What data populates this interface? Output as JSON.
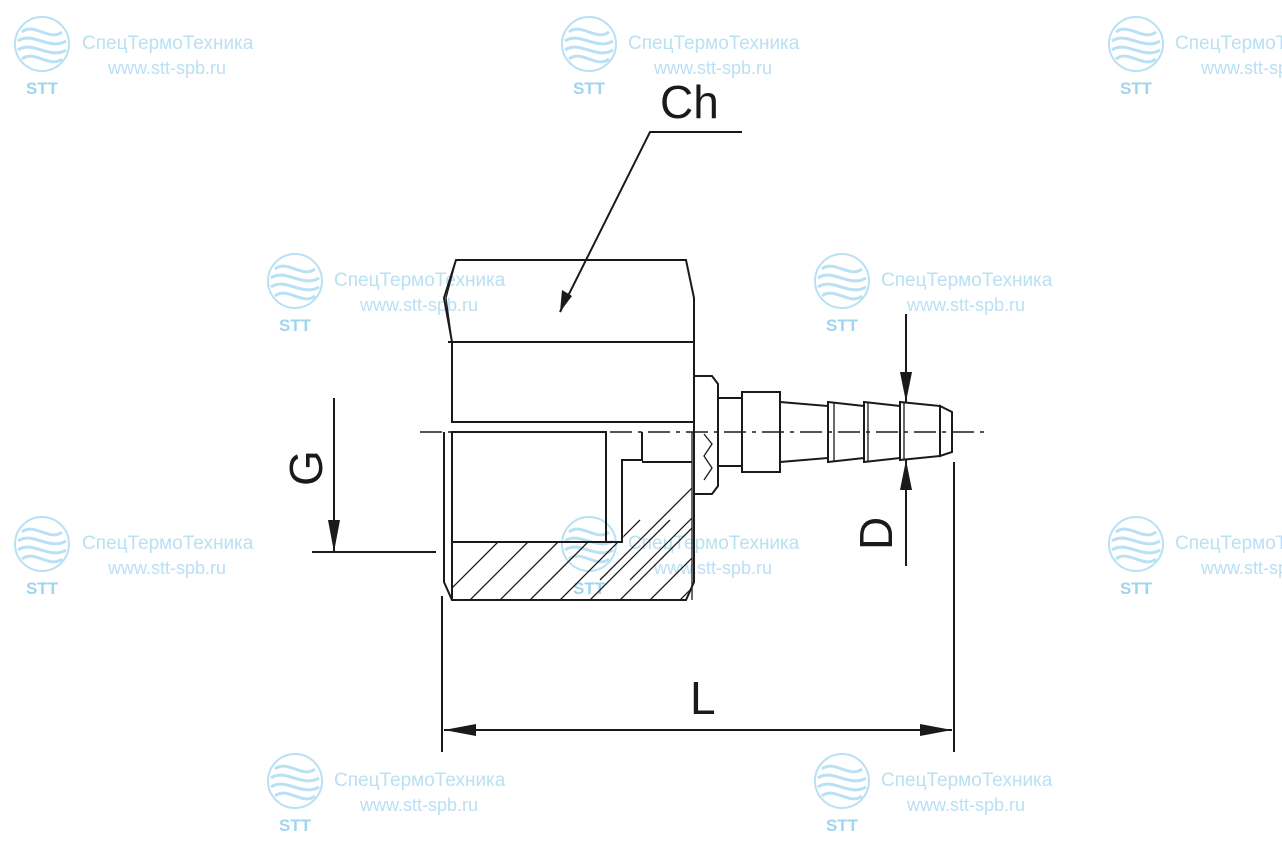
{
  "watermark": {
    "company": "СпецТермоТехника",
    "url": "www.stt-spb.ru",
    "logo_text": "STT"
  },
  "dimensions": {
    "ch": "Ch",
    "g": "G",
    "d": "D",
    "l": "L"
  },
  "colors": {
    "watermark": "#b9e0f3",
    "line": "#1a1a1a",
    "metal_light": "#f4f4f4",
    "metal_dark": "#9c9c9c"
  }
}
